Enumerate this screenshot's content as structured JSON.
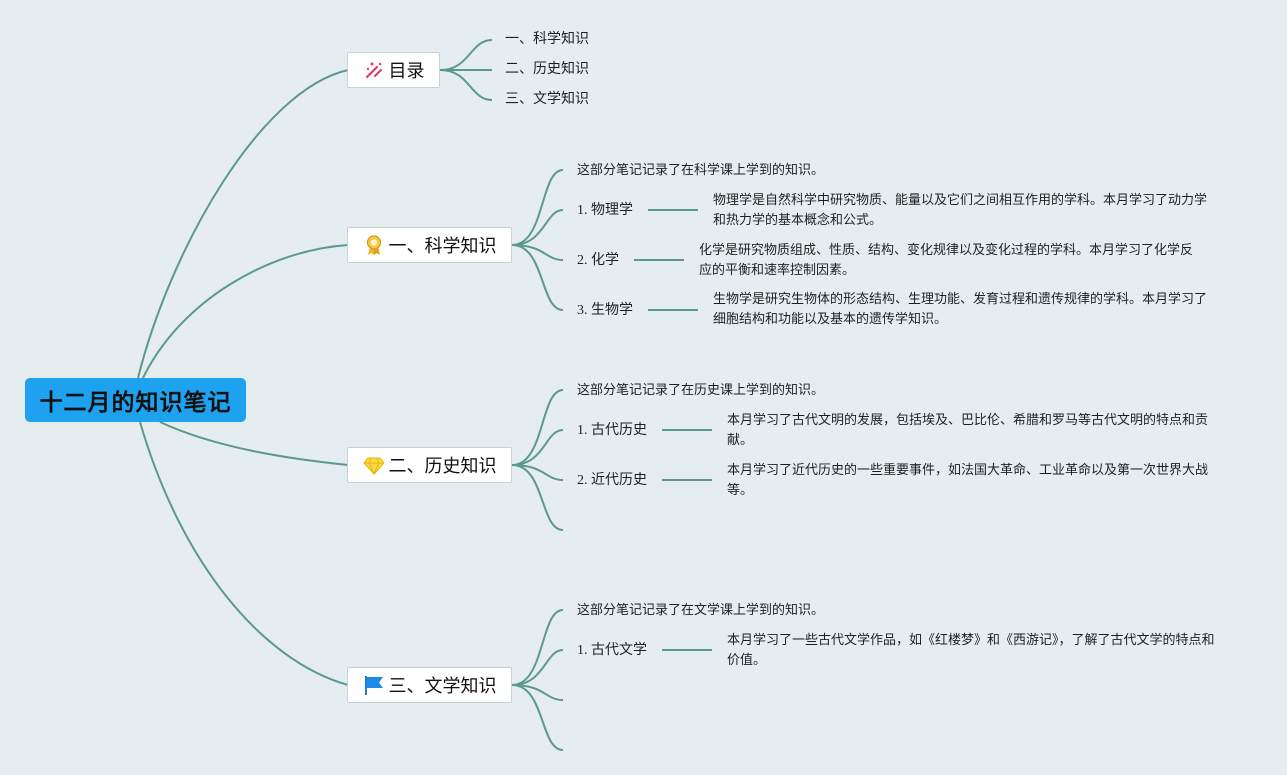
{
  "root": {
    "title": "十二月的知识笔记"
  },
  "toc": {
    "title": "目录",
    "icon": "magic-wand-icon",
    "items": [
      "一、科学知识",
      "二、历史知识",
      "三、文学知识"
    ]
  },
  "science": {
    "title": "一、科学知识",
    "icon": "medal-icon",
    "intro": "这部分笔记记录了在科学课上学到的知识。",
    "items": [
      {
        "label": "1. 物理学",
        "desc": "物理学是自然科学中研究物质、能量以及它们之间相互作用的学科。本月学习了动力学和热力学的基本概念和公式。"
      },
      {
        "label": "2. 化学",
        "desc": "化学是研究物质组成、性质、结构、变化规律以及变化过程的学科。本月学习了化学反应的平衡和速率控制因素。"
      },
      {
        "label": "3. 生物学",
        "desc": "生物学是研究生物体的形态结构、生理功能、发育过程和遗传规律的学科。本月学习了细胞结构和功能以及基本的遗传学知识。"
      }
    ]
  },
  "history": {
    "title": "二、历史知识",
    "icon": "diamond-icon",
    "intro": "这部分笔记记录了在历史课上学到的知识。",
    "items": [
      {
        "label": "1. 古代历史",
        "desc": "本月学习了古代文明的发展，包括埃及、巴比伦、希腊和罗马等古代文明的特点和贡献。"
      },
      {
        "label": "2. 近代历史",
        "desc": "本月学习了近代历史的一些重要事件，如法国大革命、工业革命以及第一次世界大战等。"
      }
    ]
  },
  "literature": {
    "title": "三、文学知识",
    "icon": "flag-icon",
    "intro": "这部分笔记记录了在文学课上学到的知识。",
    "items": [
      {
        "label": "1. 古代文学",
        "desc": "本月学习了一些古代文学作品，如《红楼梦》和《西游记》，了解了古代文学的特点和价值。"
      }
    ]
  },
  "colors": {
    "root": "#1ea1ef",
    "line": "#5b9a8b",
    "background": "#e6edf1"
  }
}
